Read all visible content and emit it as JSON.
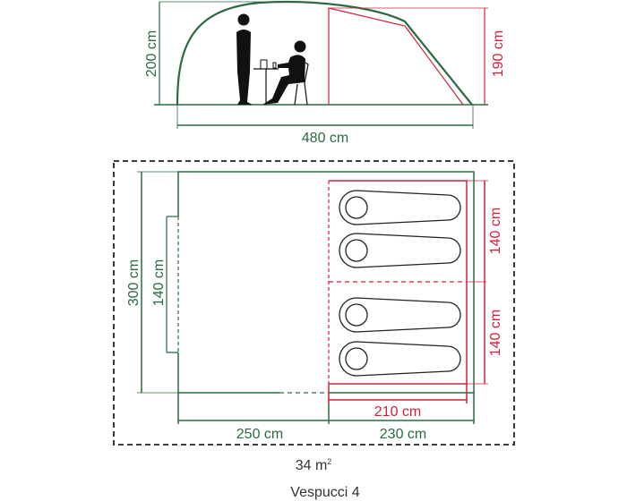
{
  "side_view": {
    "height_total": "200 cm",
    "height_inner": "190 cm",
    "length": "480 cm"
  },
  "floor_plan": {
    "width": "300 cm",
    "door_width": "140 cm",
    "bedroom_upper_width": "140 cm",
    "bedroom_lower_width": "140 cm",
    "bedroom_depth": "210 cm",
    "living_length": "250 cm",
    "bedroom_length": "230 cm",
    "sleeping_places": 4
  },
  "area": {
    "value": "34 m",
    "unit_sup": "2"
  },
  "model_name": "Vespucci 4",
  "colors": {
    "outer": "#2a6b40",
    "inner": "#d3203a",
    "figure": "#111111"
  }
}
